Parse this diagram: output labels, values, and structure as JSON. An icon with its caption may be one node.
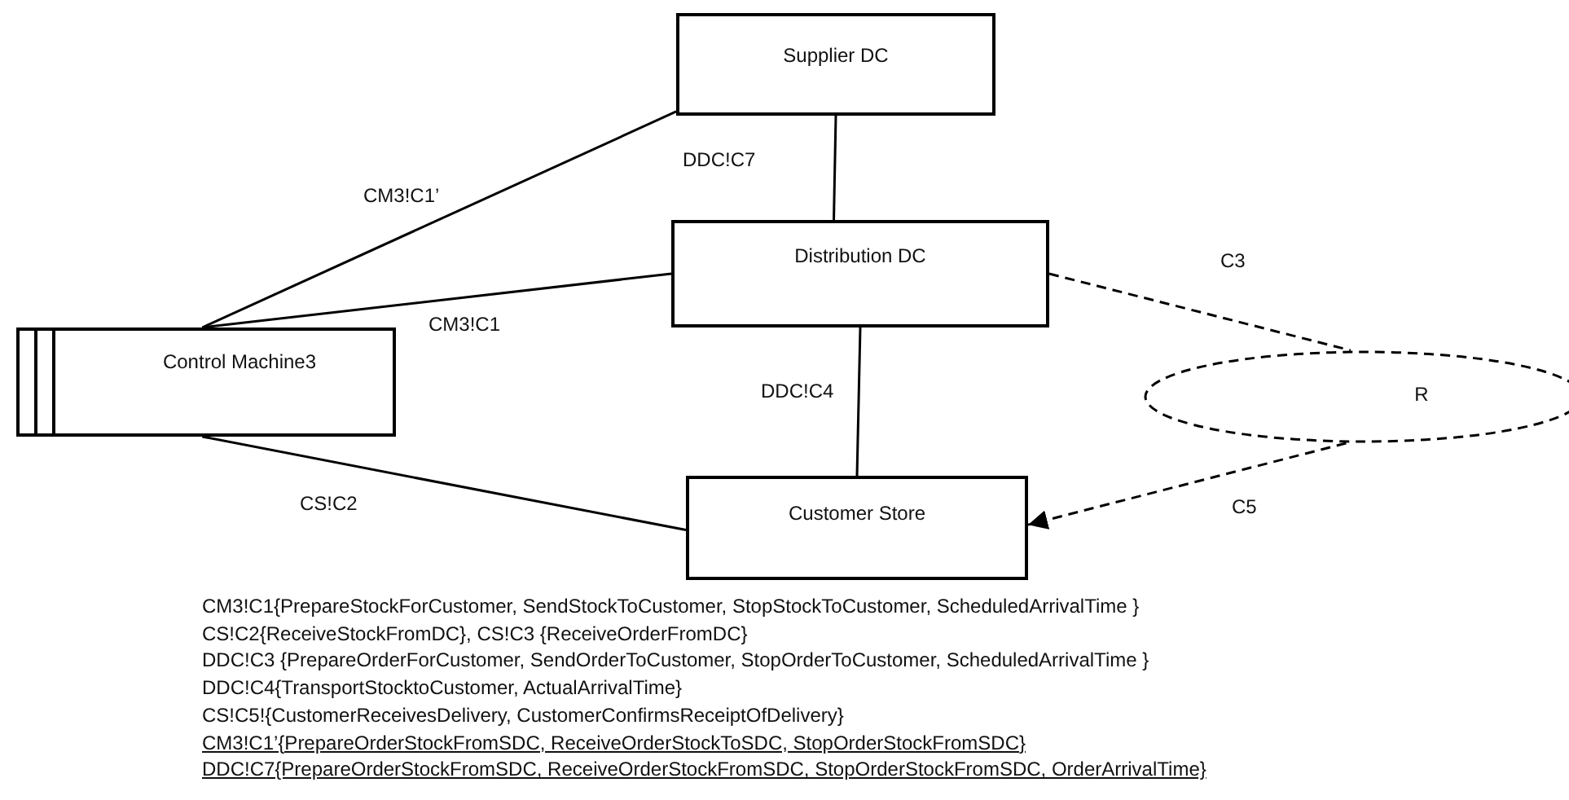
{
  "diagram": {
    "nodes": [
      {
        "text": [
          "Supplier DC"
        ]
      },
      {
        "text": [
          "Distribution DC"
        ]
      },
      {
        "text": [
          "Control Machine3"
        ]
      },
      {
        "text": [
          "Customer Store"
        ]
      },
      {
        "text": [
          "R"
        ]
      }
    ],
    "edges": [
      {
        "from": 2,
        "to": 0,
        "arrow": "none",
        "label": "CM3!C1’"
      },
      {
        "from": 0,
        "to": 1,
        "arrow": "none",
        "label": "DDC!C7"
      },
      {
        "from": 2,
        "to": 1,
        "arrow": "none",
        "label": "CM3!C1"
      },
      {
        "from": 1,
        "to": 3,
        "arrow": "none",
        "label": "DDC!C4"
      },
      {
        "from": 2,
        "to": 3,
        "arrow": "none",
        "label": "CS!C2"
      },
      {
        "from": 1,
        "to": 4,
        "arrow": "none",
        "label": "C3",
        "style": "dashed"
      },
      {
        "from": 4,
        "to": 3,
        "arrow": "to",
        "label": "C5",
        "style": "dashed"
      }
    ],
    "labels": [
      "CM3!C1{PrepareStockForCustomer, SendStockToCustomer, StopStockToCustomer, ScheduledArrivalTime }",
      "CS!C2{ReceiveStockFromDC}, CS!C3 {ReceiveOrderFromDC}",
      "DDC!C3 {PrepareOrderForCustomer, SendOrderToCustomer, StopOrderToCustomer, ScheduledArrivalTime }",
      "DDC!C4{TransportStocktoCustomer, ActualArrivalTime}",
      "CS!C5!{CustomerReceivesDelivery, CustomerConfirmsReceiptOfDelivery}",
      "CM3!C1’{PrepareOrderStockFromSDC, ReceiveOrderStockToSDC, StopOrderStockFromSDC}",
      "DDC!C7{PrepareOrderStockFromSDC, ReceiveOrderStockFromSDC, StopOrderStockFromSDC, OrderArrivalTime}"
    ]
  }
}
